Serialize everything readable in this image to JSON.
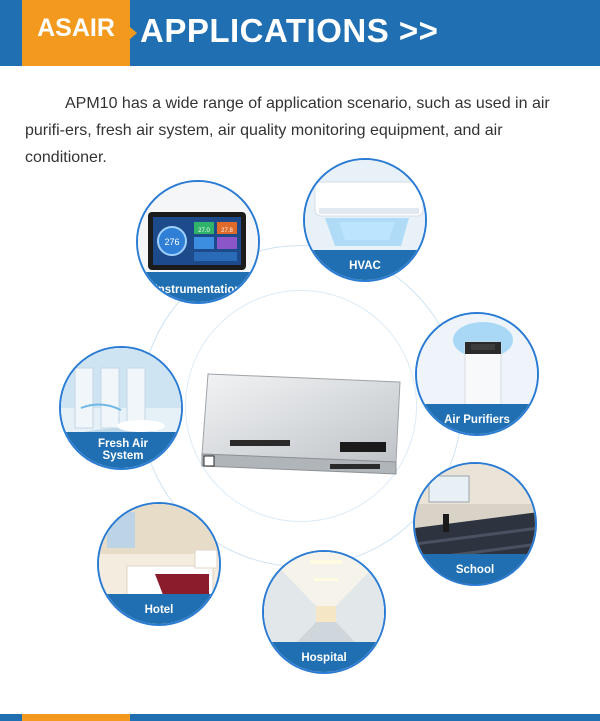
{
  "header": {
    "brand": "ASAIR",
    "title": "APPLICATIONS >>"
  },
  "intro": "APM10 has a wide range of application scenario, such as used in air purifi-ers, fresh air system, air quality monitoring equipment, and air conditioner.",
  "applications": [
    {
      "label": "Instrumentation",
      "icon": "instrument-display-icon"
    },
    {
      "label": "HVAC",
      "icon": "air-conditioner-icon"
    },
    {
      "label": "Air Purifiers",
      "icon": "air-purifier-icon"
    },
    {
      "label": "Fresh Air System",
      "icon": "fresh-air-system-icon"
    },
    {
      "label": "School",
      "icon": "classroom-icon"
    },
    {
      "label": "Hotel",
      "icon": "hotel-room-icon"
    },
    {
      "label": "Hospital",
      "icon": "hospital-corridor-icon"
    }
  ],
  "device": {
    "screen_readings": [
      "276",
      "27.0",
      "27.8"
    ]
  },
  "colors": {
    "primary_blue": "#1f6fb2",
    "accent_orange": "#f39a1e",
    "circle_border": "#2a7bd4"
  }
}
